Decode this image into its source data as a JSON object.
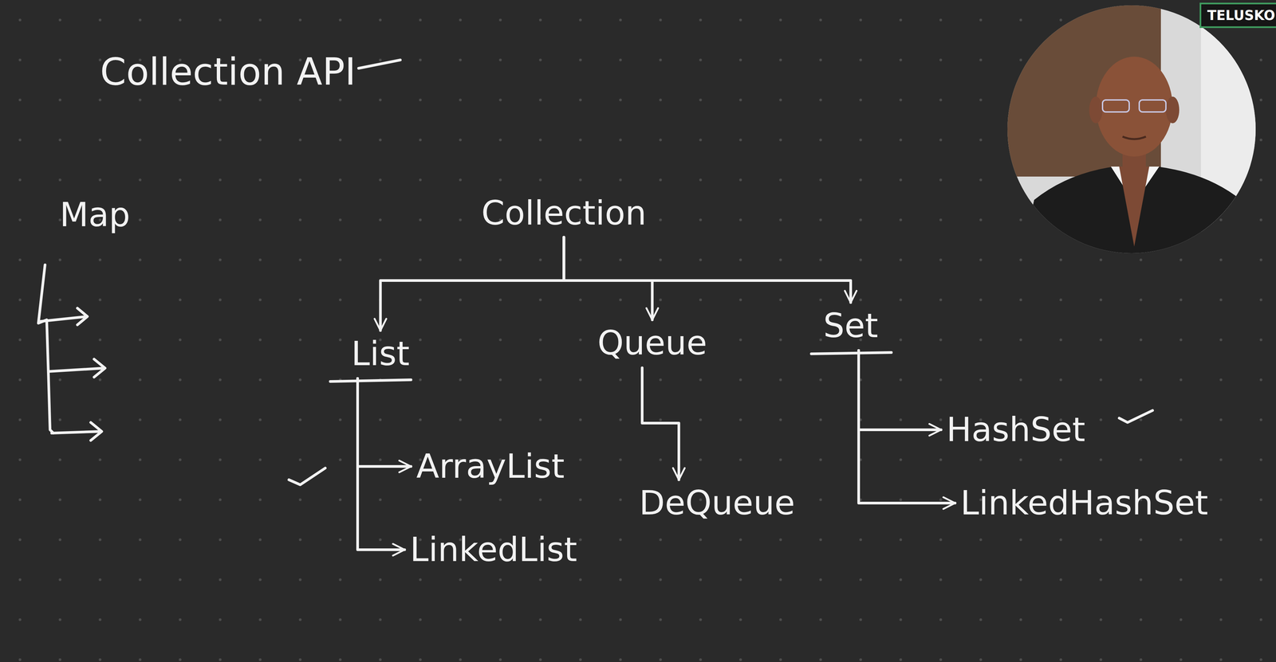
{
  "diagram": {
    "title": "Collection API",
    "nodes": [
      {
        "text": [
          "Map"
        ]
      },
      {
        "text": [
          "Collection"
        ]
      },
      {
        "text": [
          "List"
        ]
      },
      {
        "text": [
          "Queue"
        ]
      },
      {
        "text": [
          "Set"
        ]
      },
      {
        "text": [
          "ArrayList"
        ]
      },
      {
        "text": [
          "LinkedList"
        ]
      },
      {
        "text": [
          "DeQueue"
        ]
      },
      {
        "text": [
          "HashSet"
        ]
      },
      {
        "text": [
          "LinkedHashSet"
        ]
      }
    ],
    "edges": [
      {
        "from": 1,
        "to": 2,
        "arrow": "to"
      },
      {
        "from": 1,
        "to": 3,
        "arrow": "to"
      },
      {
        "from": 1,
        "to": 4,
        "arrow": "to"
      },
      {
        "from": 2,
        "to": 5,
        "arrow": "to"
      },
      {
        "from": 2,
        "to": 6,
        "arrow": "to"
      },
      {
        "from": 3,
        "to": 7,
        "arrow": "to"
      },
      {
        "from": 4,
        "to": 8,
        "arrow": "to"
      },
      {
        "from": 4,
        "to": 9,
        "arrow": "to"
      }
    ],
    "labels": [
      "TELUSKO"
    ]
  }
}
